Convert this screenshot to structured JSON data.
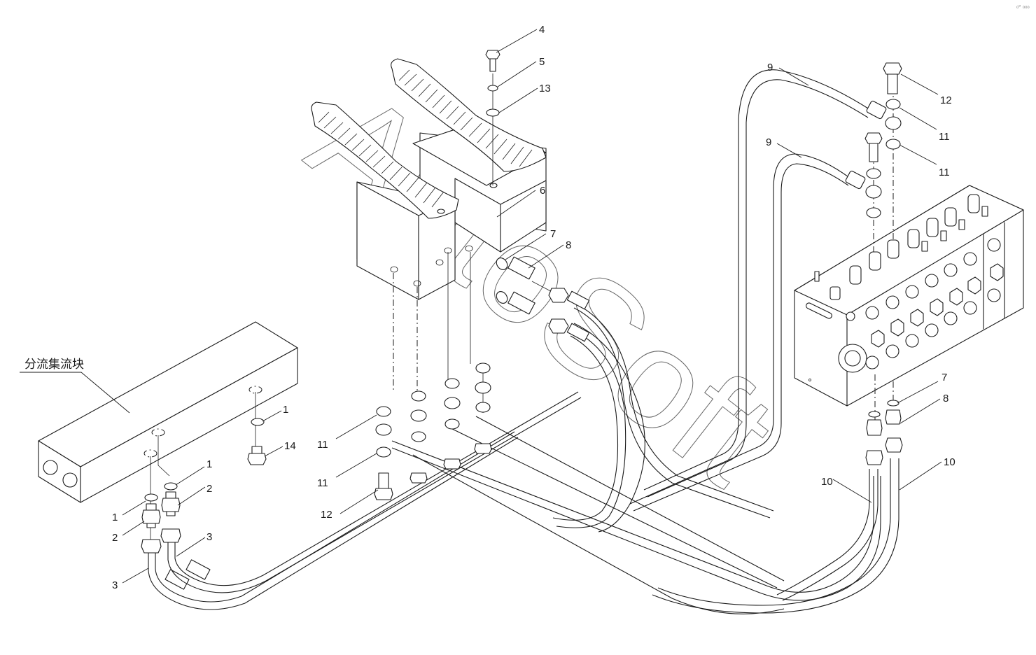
{
  "diagram": {
    "title_label": "分流集流块",
    "corner_marker": "₀ᵒ ₀₀₀",
    "watermark": "AutoSoft",
    "colors": {
      "line": "#1a1a1a",
      "background": "#ffffff",
      "watermark": "#555555"
    },
    "components": [
      {
        "id": "diverter-block",
        "name": "分流集流块",
        "type": "manifold-block"
      },
      {
        "id": "pedal-left",
        "type": "foot-pedal-valve"
      },
      {
        "id": "pedal-right",
        "type": "foot-pedal-valve"
      },
      {
        "id": "control-valve",
        "type": "multi-way-control-valve"
      }
    ],
    "callouts": [
      {
        "id": "c4",
        "text": "4",
        "part": "bolt"
      },
      {
        "id": "c5",
        "text": "5",
        "part": "spring washer"
      },
      {
        "id": "c13",
        "text": "13",
        "part": "flat washer"
      },
      {
        "id": "c6",
        "text": "6",
        "part": "pedal valve"
      },
      {
        "id": "c7a",
        "text": "7",
        "part": "o-ring"
      },
      {
        "id": "c8a",
        "text": "8",
        "part": "connector"
      },
      {
        "id": "c9a",
        "text": "9",
        "part": "hose"
      },
      {
        "id": "c9b",
        "text": "9",
        "part": "hose"
      },
      {
        "id": "c12a",
        "text": "12",
        "part": "banjo bolt"
      },
      {
        "id": "c11a",
        "text": "11",
        "part": "sealing washer"
      },
      {
        "id": "c11b",
        "text": "11",
        "part": "sealing washer"
      },
      {
        "id": "c7b",
        "text": "7",
        "part": "o-ring"
      },
      {
        "id": "c8b",
        "text": "8",
        "part": "connector"
      },
      {
        "id": "c10a",
        "text": "10",
        "part": "hose"
      },
      {
        "id": "c10b",
        "text": "10",
        "part": "hose"
      },
      {
        "id": "c1a",
        "text": "1",
        "part": "o-ring"
      },
      {
        "id": "c14",
        "text": "14",
        "part": "plug"
      },
      {
        "id": "c1b",
        "text": "1",
        "part": "o-ring"
      },
      {
        "id": "c2a",
        "text": "2",
        "part": "connector"
      },
      {
        "id": "c1c",
        "text": "1",
        "part": "o-ring"
      },
      {
        "id": "c2b",
        "text": "2",
        "part": "connector"
      },
      {
        "id": "c3a",
        "text": "3",
        "part": "hose"
      },
      {
        "id": "c3b",
        "text": "3",
        "part": "hose"
      },
      {
        "id": "c11c",
        "text": "11",
        "part": "sealing washer"
      },
      {
        "id": "c11d",
        "text": "11",
        "part": "sealing washer"
      },
      {
        "id": "c12b",
        "text": "12",
        "part": "banjo bolt"
      }
    ]
  }
}
